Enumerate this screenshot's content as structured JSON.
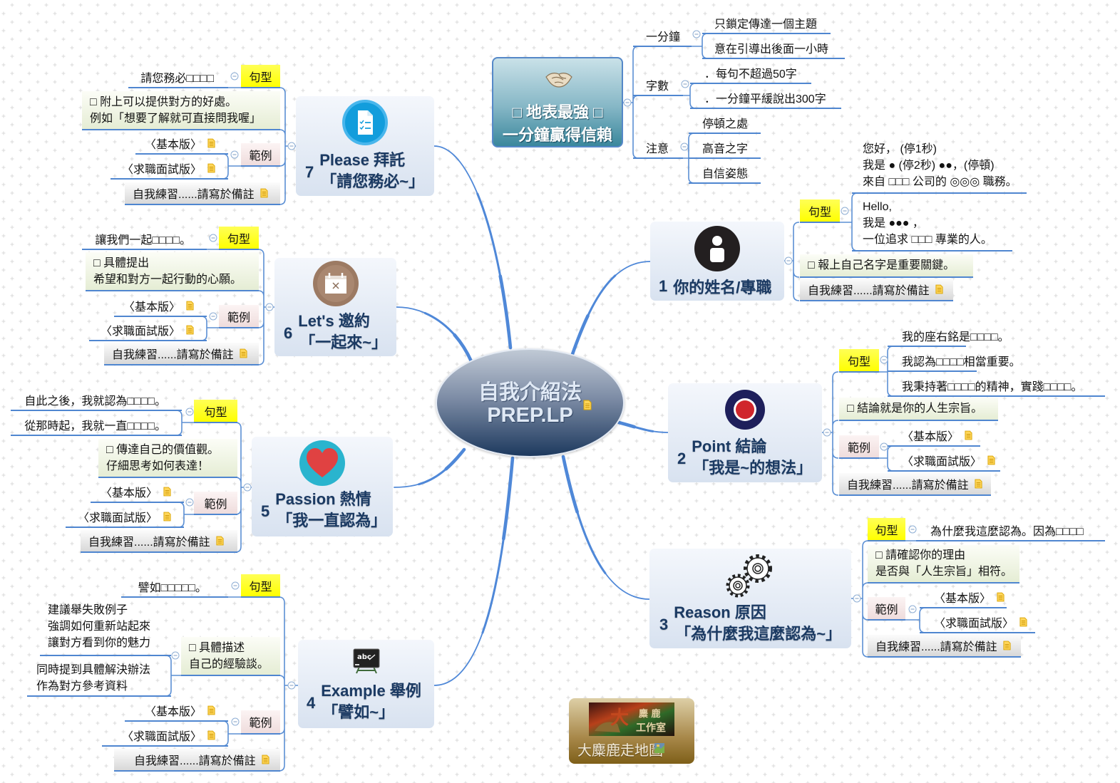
{
  "central": {
    "line1": "自我介紹法",
    "line2": "PREP.LP",
    "icon": "note-icon"
  },
  "floating": {
    "line1": "□ 地表最強 □",
    "line2": "一分鐘贏得信賴",
    "icon": "handshake-icon",
    "groups": [
      {
        "label": "一分鐘",
        "items": [
          "只鎖定傳達一個主題",
          "意在引導出後面一小時"
        ]
      },
      {
        "label": "字數",
        "items": [
          "．每句不超過50字",
          "．一分鐘平緩說出300字"
        ]
      },
      {
        "label": "注意",
        "items": [
          "停頓之處",
          "高音之字",
          "自信姿態"
        ]
      }
    ]
  },
  "topics": [
    {
      "number": "1",
      "title": "你的姓名/專職",
      "icon": "person-icon",
      "pattern": {
        "label": "句型",
        "items": [
          "您好，  (停1秒)\n我是 ● (停2秒) ●●，(停頓)\n來自 □□□ 公司的 ◎◎◎ 職務。",
          "Hello,\n我是 ●●● ，\n一位追求 □□□ 專業的人。"
        ]
      },
      "tip": "□ 報上自己名字是重要關鍵。",
      "practice": "自我練習......請寫於備註"
    },
    {
      "number": "2",
      "title": "Point 結論",
      "subtitle": "「我是~的想法」",
      "icon": "target-icon",
      "pattern": {
        "label": "句型",
        "items": [
          "我的座右銘是□□□□。",
          "我認為□□□□相當重要。",
          "我秉持著□□□□的精神，實踐□□□□。"
        ]
      },
      "tip": "□ 結論就是你的人生宗旨。",
      "examples": {
        "label": "範例",
        "items": [
          "〈基本版〉",
          "〈求職面試版〉"
        ]
      },
      "practice": "自我練習......請寫於備註"
    },
    {
      "number": "3",
      "title": "Reason 原因",
      "subtitle": "「為什麼我這麼認為~」",
      "icon": "gears-icon",
      "pattern": {
        "label": "句型",
        "items": [
          "為什麼我這麼認為。因為□□□□"
        ]
      },
      "tip": "□ 請確認你的理由\n是否與「人生宗旨」相符。",
      "examples": {
        "label": "範例",
        "items": [
          "〈基本版〉",
          "〈求職面試版〉"
        ]
      },
      "practice": "自我練習......請寫於備註"
    },
    {
      "number": "4",
      "title": "Example 舉例",
      "subtitle": "「譬如~」",
      "icon": "chalkboard-icon",
      "pattern": {
        "label": "句型",
        "items": [
          "譬如□□□□□。"
        ]
      },
      "tip": "□ 具體描述\n自己的經驗談。",
      "tip_items": [
        "建議舉失敗例子\n強調如何重新站起來\n讓對方看到你的魅力",
        "同時提到具體解決辦法\n作為對方參考資料"
      ],
      "examples": {
        "label": "範例",
        "items": [
          "〈基本版〉",
          "〈求職面試版〉"
        ]
      },
      "practice": "自我練習......請寫於備註"
    },
    {
      "number": "5",
      "title": "Passion 熱情",
      "subtitle": "「我一直認為」",
      "icon": "heart-icon",
      "pattern": {
        "label": "句型",
        "items": [
          "自此之後，我就認為□□□□。",
          "從那時起，我就一直□□□□。"
        ]
      },
      "tip": "□ 傳達自己的價值觀。\n仔細思考如何表達！",
      "examples": {
        "label": "範例",
        "items": [
          "〈基本版〉",
          "〈求職面試版〉"
        ]
      },
      "practice": "自我練習......請寫於備註"
    },
    {
      "number": "6",
      "title": "Let's 邀約",
      "subtitle": "「一起來~」",
      "icon": "calendar-icon",
      "pattern": {
        "label": "句型",
        "items": [
          "讓我們一起□□□□。"
        ]
      },
      "tip": "□ 具體提出\n希望和對方一起行動的心願。",
      "examples": {
        "label": "範例",
        "items": [
          "〈基本版〉",
          "〈求職面試版〉"
        ]
      },
      "practice": "自我練習......請寫於備註"
    },
    {
      "number": "7",
      "title": "Please 拜託",
      "subtitle": "「請您務必~」",
      "icon": "document-checklist-icon",
      "pattern": {
        "label": "句型",
        "items": [
          "請您務必□□□□"
        ]
      },
      "tip": "□ 附上可以提供對方的好處。\n例如「想要了解就可直接問我喔」",
      "examples": {
        "label": "範例",
        "items": [
          "〈基本版〉",
          "〈求職面試版〉"
        ]
      },
      "practice": "自我練習......請寫於備註"
    }
  ],
  "logo": {
    "text": "大麋鹿走地圖",
    "badge": {
      "big": "大",
      "top": "麋 鹿",
      "bottom": "工作室"
    },
    "icon": "map-icon"
  },
  "colors": {
    "connector": "#4f88d8",
    "pattern_tag": "#ffff00",
    "examples_tag": "#f0dcdc",
    "tip_bg": "#e5edd4",
    "practice_bg": "#d8d8d8",
    "topic_text": "#1b3a63",
    "central_top": "#c0c9d5",
    "central_bottom": "#1d395e",
    "floating_bottom": "#3a879c"
  }
}
